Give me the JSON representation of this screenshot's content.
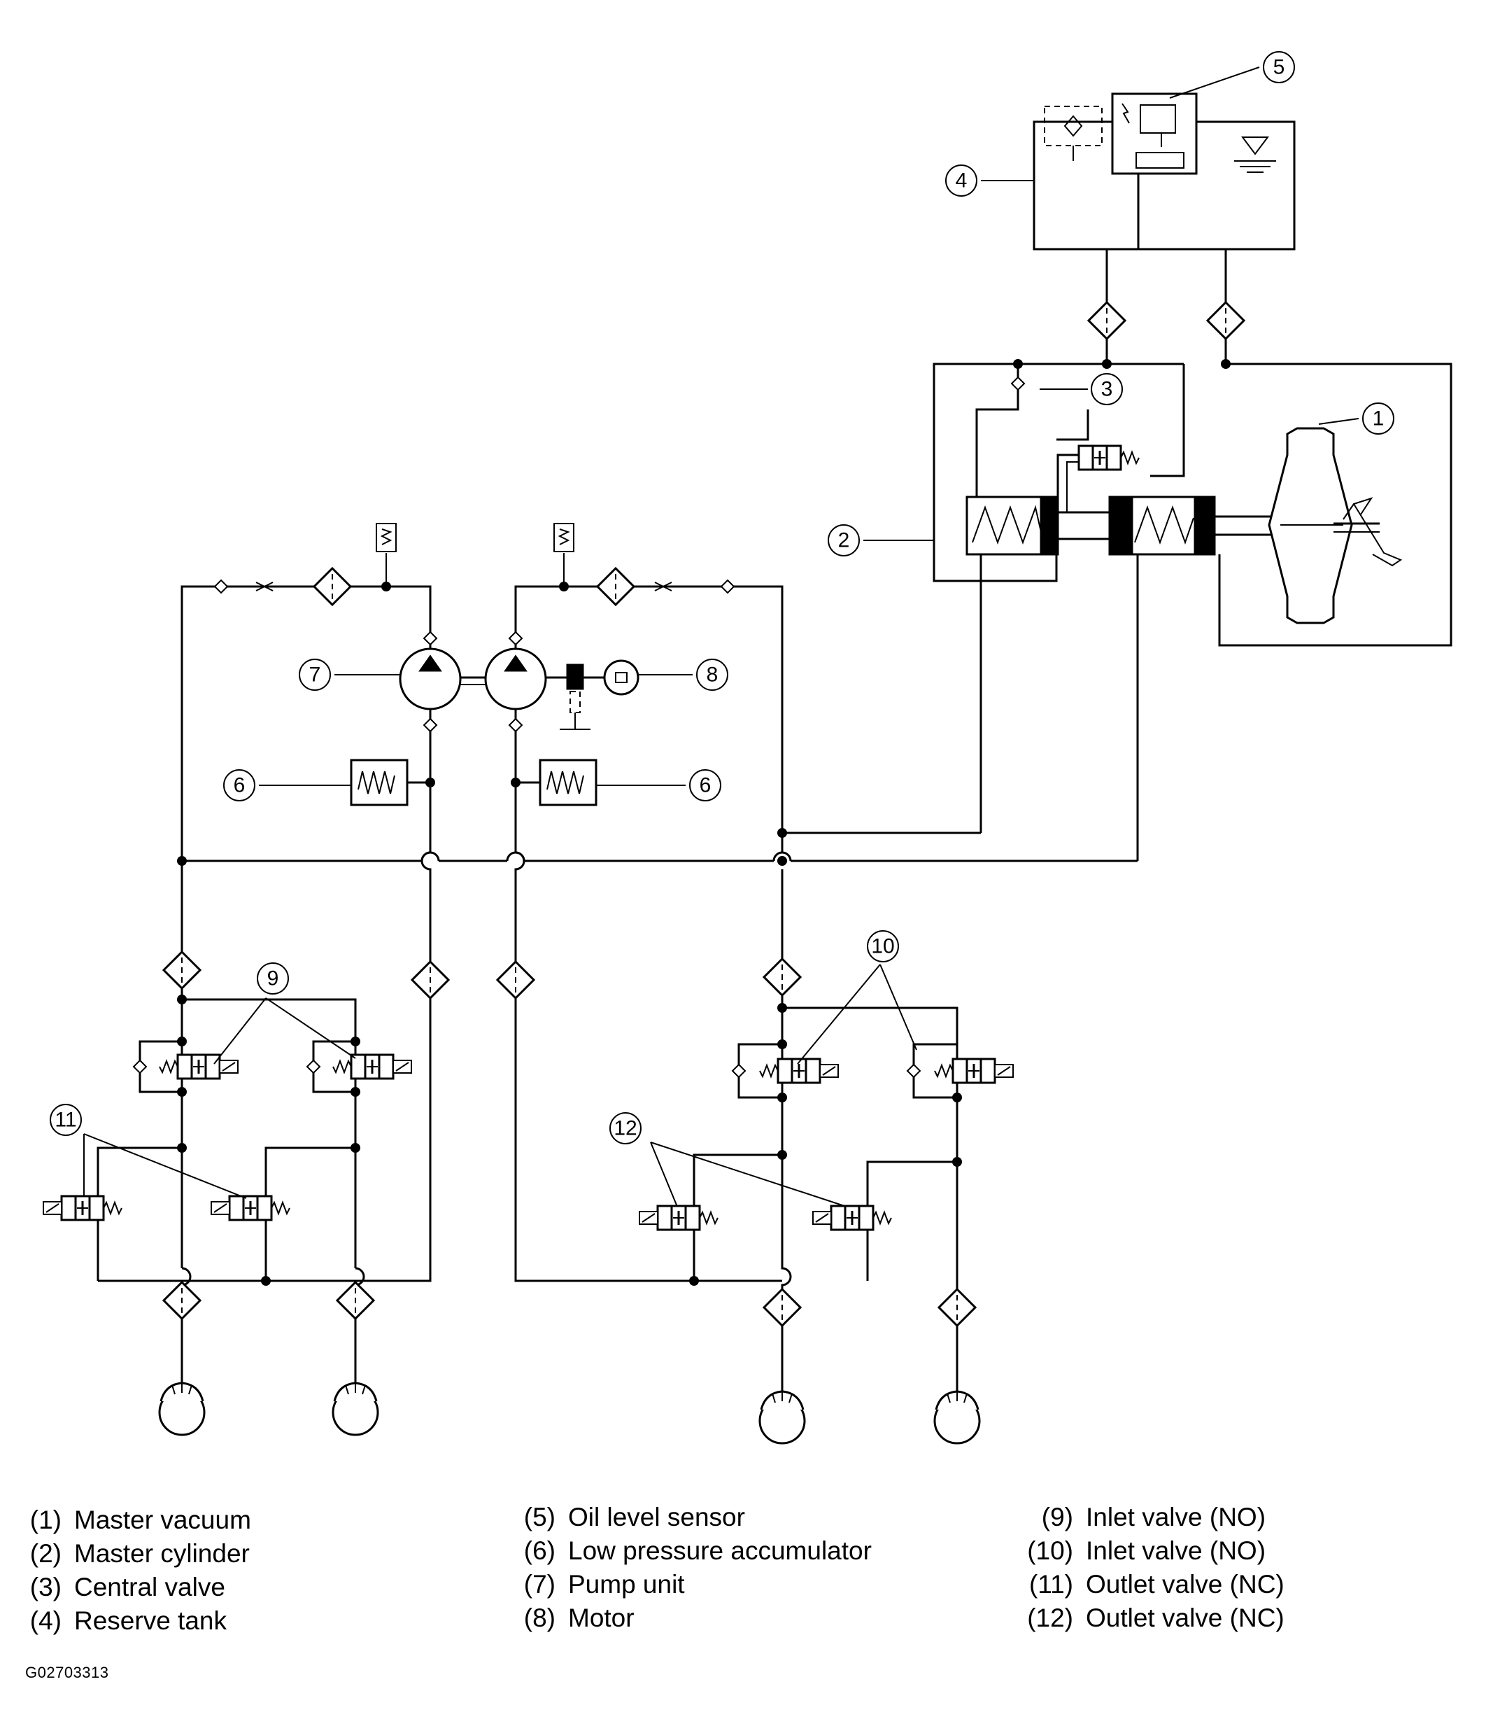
{
  "callouts": [
    "1",
    "2",
    "3",
    "4",
    "5",
    "6",
    "6",
    "7",
    "8",
    "9",
    "10",
    "11",
    "12"
  ],
  "legend": {
    "columns": [
      [
        {
          "num": "(1)",
          "text": "Master vacuum"
        },
        {
          "num": "(2)",
          "text": "Master cylinder"
        },
        {
          "num": "(3)",
          "text": "Central valve"
        },
        {
          "num": "(4)",
          "text": "Reserve tank"
        }
      ],
      [
        {
          "num": "(5)",
          "text": "Oil level sensor"
        },
        {
          "num": "(6)",
          "text": "Low pressure accumulator"
        },
        {
          "num": "(7)",
          "text": "Pump unit"
        },
        {
          "num": "(8)",
          "text": "Motor"
        }
      ],
      [
        {
          "num": "(9)",
          "text": "Inlet valve (NO)"
        },
        {
          "num": "(10)",
          "text": "Inlet valve (NO)"
        },
        {
          "num": "(11)",
          "text": "Outlet valve (NC)"
        },
        {
          "num": "(12)",
          "text": "Outlet valve (NC)"
        }
      ]
    ]
  },
  "figure_code": "G02703313"
}
